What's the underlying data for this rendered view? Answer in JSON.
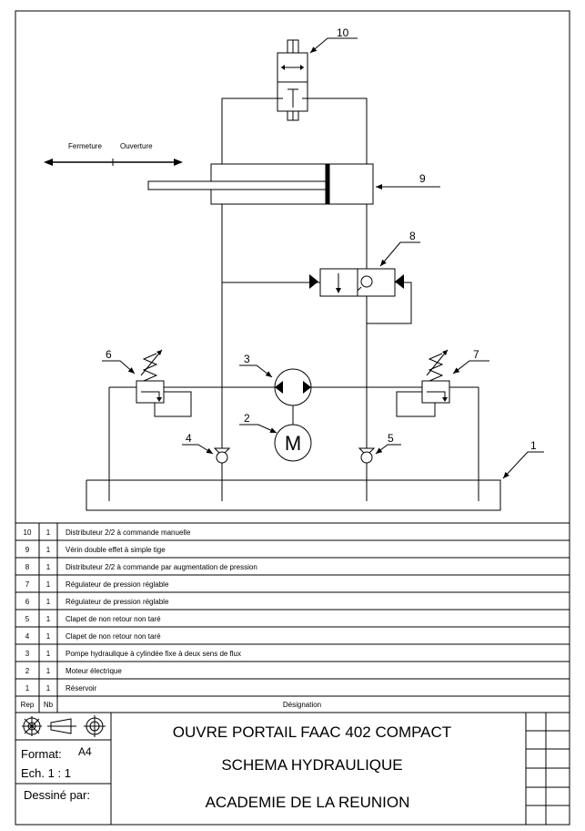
{
  "diagram": {
    "direction_labels": {
      "close": "Fermeture",
      "open": "Ouverture"
    },
    "callouts": [
      "1",
      "2",
      "3",
      "4",
      "5",
      "6",
      "7",
      "8",
      "9",
      "10"
    ],
    "motor_symbol": "M"
  },
  "nomenclature": {
    "headers": {
      "rep": "Rep",
      "nb": "Nb",
      "designation": "Désignation"
    },
    "rows": [
      {
        "rep": "10",
        "nb": "1",
        "designation": "Distributeur 2/2 à commande manuelle"
      },
      {
        "rep": "9",
        "nb": "1",
        "designation": "Vérin double effet à simple tige"
      },
      {
        "rep": "8",
        "nb": "1",
        "designation": "Distributeur 2/2 à commande par augmentation de pression"
      },
      {
        "rep": "7",
        "nb": "1",
        "designation": "Régulateur de pression réglable"
      },
      {
        "rep": "6",
        "nb": "1",
        "designation": "Régulateur de pression réglable"
      },
      {
        "rep": "5",
        "nb": "1",
        "designation": "Clapet de non retour non taré"
      },
      {
        "rep": "4",
        "nb": "1",
        "designation": "Clapet de non retour non taré"
      },
      {
        "rep": "3",
        "nb": "1",
        "designation": "Pompe hydraulique à cylindée fixe à deux sens de flux"
      },
      {
        "rep": "2",
        "nb": "1",
        "designation": "Moteur électrique"
      },
      {
        "rep": "1",
        "nb": "1",
        "designation": "Réservoir"
      }
    ]
  },
  "title_block": {
    "title1": "OUVRE PORTAIL FAAC 402 COMPACT",
    "title2": "SCHEMA HYDRAULIQUE",
    "title3": "ACADEMIE DE LA REUNION",
    "format_label": "Format:",
    "format_value": "A4",
    "scale": "Ech. 1 : 1",
    "drawn_by": "Dessiné par:",
    "icons": [
      "projection-symbol-icon",
      "cone-icon",
      "target-icon"
    ]
  }
}
